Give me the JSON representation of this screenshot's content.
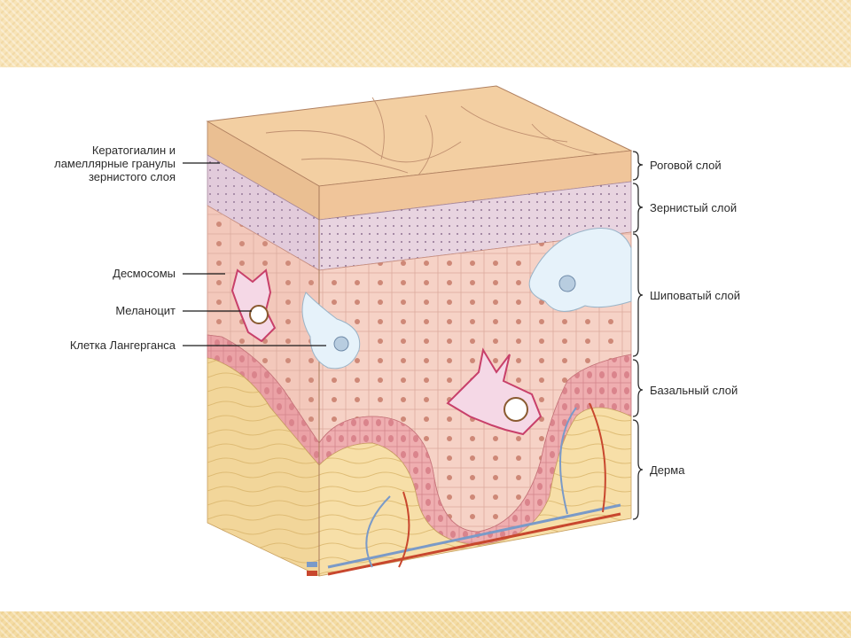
{
  "left_labels": [
    {
      "id": "keratohyalin",
      "lines": [
        "Кератогиалин и",
        "ламеллярные гранулы",
        "зернистого слоя"
      ]
    },
    {
      "id": "desmosomes",
      "lines": [
        "Десмосомы"
      ]
    },
    {
      "id": "melanocyte",
      "lines": [
        "Меланоцит"
      ]
    },
    {
      "id": "langerhans",
      "lines": [
        "Клетка Лангерганса"
      ]
    }
  ],
  "right_labels": [
    {
      "id": "stratum-corneum",
      "text": "Роговой слой"
    },
    {
      "id": "stratum-granulosum",
      "text": "Зернистый слой"
    },
    {
      "id": "stratum-spinosum",
      "text": "Шиповатый слой"
    },
    {
      "id": "stratum-basale",
      "text": "Базальный слой"
    },
    {
      "id": "dermis",
      "text": "Дерма"
    }
  ],
  "colors": {
    "band": "#f8e4b8",
    "corneum": "#f3cfa2",
    "granulosum": "#e8d4e0",
    "spinosum": "#f6d2c6",
    "basale": "#efaeb0",
    "dermis": "#f7dfa8",
    "langerhans": "#e6f2fa",
    "melanocyte": "#c8406a",
    "artery": "#c8472e",
    "vein": "#7a9ac8"
  }
}
